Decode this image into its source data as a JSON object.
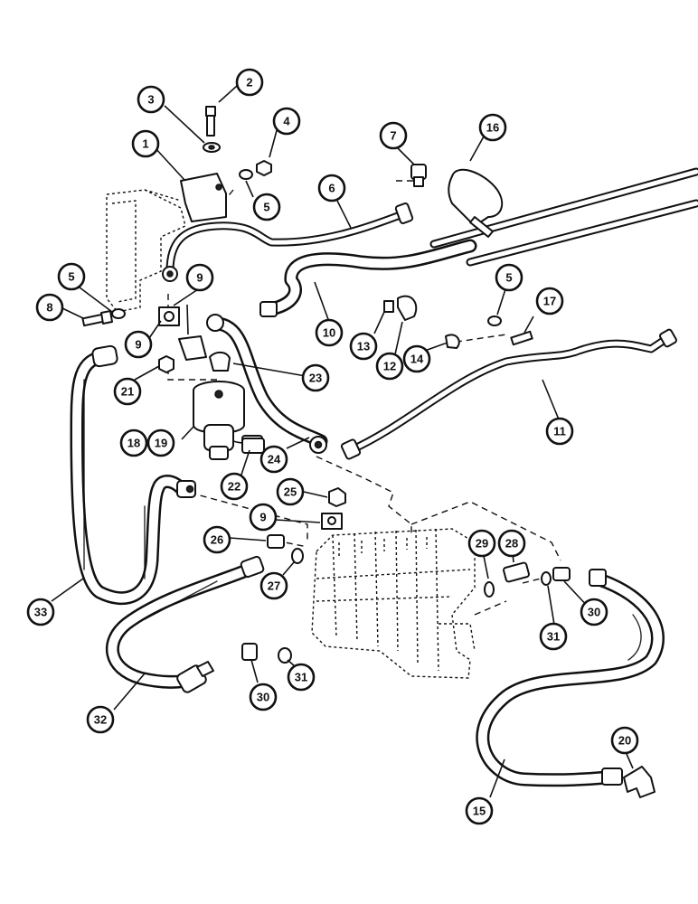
{
  "diagram": {
    "callouts": [
      {
        "id": "c1",
        "label": "1"
      },
      {
        "id": "c2",
        "label": "2"
      },
      {
        "id": "c3",
        "label": "3"
      },
      {
        "id": "c4",
        "label": "4"
      },
      {
        "id": "c5a",
        "label": "5"
      },
      {
        "id": "c5b",
        "label": "5"
      },
      {
        "id": "c5c",
        "label": "5"
      },
      {
        "id": "c6",
        "label": "6"
      },
      {
        "id": "c7",
        "label": "7"
      },
      {
        "id": "c8",
        "label": "8"
      },
      {
        "id": "c9a",
        "label": "9"
      },
      {
        "id": "c9b",
        "label": "9"
      },
      {
        "id": "c9c",
        "label": "9"
      },
      {
        "id": "c10",
        "label": "10"
      },
      {
        "id": "c11",
        "label": "11"
      },
      {
        "id": "c12",
        "label": "12"
      },
      {
        "id": "c13",
        "label": "13"
      },
      {
        "id": "c14",
        "label": "14"
      },
      {
        "id": "c15",
        "label": "15"
      },
      {
        "id": "c16",
        "label": "16"
      },
      {
        "id": "c17",
        "label": "17"
      },
      {
        "id": "c18",
        "label": "18"
      },
      {
        "id": "c19",
        "label": "19"
      },
      {
        "id": "c20",
        "label": "20"
      },
      {
        "id": "c21",
        "label": "21"
      },
      {
        "id": "c22",
        "label": "22"
      },
      {
        "id": "c23",
        "label": "23"
      },
      {
        "id": "c24",
        "label": "24"
      },
      {
        "id": "c25",
        "label": "25"
      },
      {
        "id": "c26",
        "label": "26"
      },
      {
        "id": "c27",
        "label": "27"
      },
      {
        "id": "c28",
        "label": "28"
      },
      {
        "id": "c29",
        "label": "29"
      },
      {
        "id": "c30a",
        "label": "30"
      },
      {
        "id": "c30b",
        "label": "30"
      },
      {
        "id": "c31a",
        "label": "31"
      },
      {
        "id": "c31b",
        "label": "31"
      },
      {
        "id": "c32",
        "label": "32"
      },
      {
        "id": "c33",
        "label": "33"
      }
    ]
  }
}
